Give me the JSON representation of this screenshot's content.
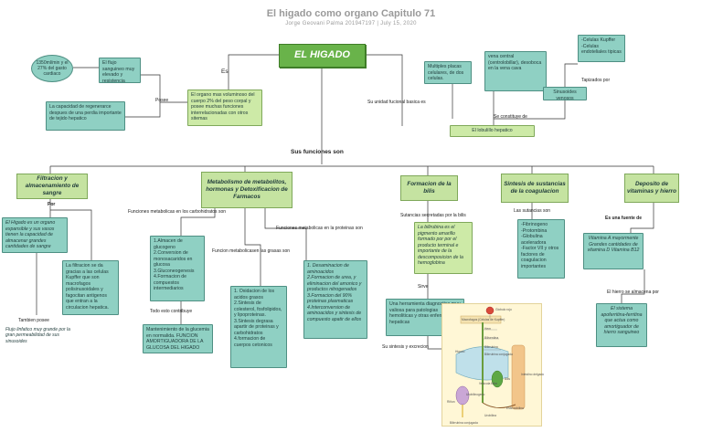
{
  "header": {
    "title": "El higado como organo Capitulo 71",
    "subtitle": "Jorge Geovani Palma 201947197 | July 15, 2020"
  },
  "main": {
    "label": "EL HIGADO"
  },
  "top": {
    "es_label": "Es",
    "posee_label": "Posee",
    "unidad_label": "Su unidad fucional basica es",
    "constituye_label": "Se constituye de",
    "tapizados_label": "Tapizados por",
    "funciones_label": "Sus funciones son",
    "organo": "El organo mas voluminoso del cuerpo 2% del peso corpal y posee muchas funciones interrelacionadas con otros sitemas",
    "flujo": "El flujo sanguineo muy elevado y resistencia vascular reducida",
    "flujo_ellipse": "1350ml/min y el 27% del gasto cardiaco",
    "capacidad": "La capacidad de regenerarce despues de una perdia importante de tejido hepatico",
    "lobulillo": "El lobulillo hepatico",
    "multiples": "Multiples placas celulares, de dos celulas.",
    "vena": "vena central (centrolobillar), desoboca en la vena cava",
    "sinusoides": "Sinusoides venosos",
    "kupffer": "-Celulas Kupffer\n-Celulas endoteliales tipicas"
  },
  "branches": {
    "filtracion": {
      "head": "Filtracion y almacenamiento de sangre",
      "por_label": "Por",
      "box1": "El Higado es un organo expansible y sus vasos tienen la capacidad de almacenar grandes cantidades de sangre",
      "box2": "La filtracion se da gracias a las celulas Kupffer que son macrofagos polisinusoidales y fagocitan antigenos que entran a la circulacion hepatica.",
      "tambien_label": "Tambien posee",
      "flujo_linfa": "Flujo linfatico muy grande por la gran permeabilidad de sus sinusoides"
    },
    "metabolismo": {
      "head": "Metabolismo de metabolitos, hormonas y Detoxificacion de Farmacos",
      "carbo_label": "Funciones metabolicas en los carbohidratos son",
      "grasas_label": "Funcion metabolicasen las grasas son",
      "proteinas_label": "Funciones metabolicas en la proteinas son",
      "contribuye_label": "Todo esto contribuye",
      "carbo_box": "1.Almacen de glucogeno\n2.Conversion de monosacaridos en glucosa\n3.Gluconeogenesis\n4.Formacion de compuestos intermediarios",
      "mantenimiento": "Mantenimiento de la glucemia en normalida. FUNCION AMORTIGUADORA DE LA GLUCOSA DEL HIGADO",
      "grasas_box": "1. Oxidacion de los acidos grasos\n2.Sintesis de colesterol, fosfolipidos, y lipoproteinas.\n3.Sintesis degrasa apartir de proteinas y carbohidratos\n4.formacion de cuerpos cetonicos",
      "proteinas_box": "1. Desaminacion de aminoacidos\n2.Formacion de urea, y eliminacion del amonico y productos nitrogenados\n3.Formacion del 90% proteinas plasmaticas\n4.Interconversion de aminoacidos y sintesis de compuesto apatir de ellos"
    },
    "bilis": {
      "head": "Formacion de la bilis",
      "secretadas_label": "Sutancias secretadas por la bilis",
      "bilirrubina": "La bilirubina es el pigmento amarillo formado por por el producto terminal e importante de la descomposicion de la hemoglobina",
      "sirve_label": "Sirve",
      "diagnostico": "Una herramienta diagnostica muy valiosa para patologias hemoliticas y otras enfermedades hepaticas",
      "sintesis_label": "Su sintesis y excrecion"
    },
    "coagulacion": {
      "head": "Sintesis de sustancias de la coagulacion",
      "son_label": "Las sutancias son",
      "box": "-Fibrinogeno\n-Protombina\n-Globulina aceleradora\n-Factor VII y otros factores de coagulacion importantes"
    },
    "deposito": {
      "head": "Deposito de vitaminas y hierro",
      "fuente_label": "Es una fuente de",
      "vitaminas": "Vitamina A mayormente Grandes cantidades de vitamina D Vitamina B12",
      "hierro_label": "El hierro se almacena por",
      "apoferritina": "El sistema apoferritina-ferritina que actua como amortiguador de hierro sanguineo"
    }
  },
  "illustration": {
    "labels": [
      "Globulo rojo",
      "Macrofagos (Celulas de Kupffer)",
      "Hem",
      "Biliverdina",
      "Bilirrubina",
      "Bilirrubina conjugada",
      "Higado",
      "Vesicula biliar",
      "Intestino delgado",
      "Urobilinogeno",
      "Bilis",
      "Estercobilina",
      "Riñon",
      "Urobilina",
      "Bilirrubina conjugada"
    ]
  }
}
